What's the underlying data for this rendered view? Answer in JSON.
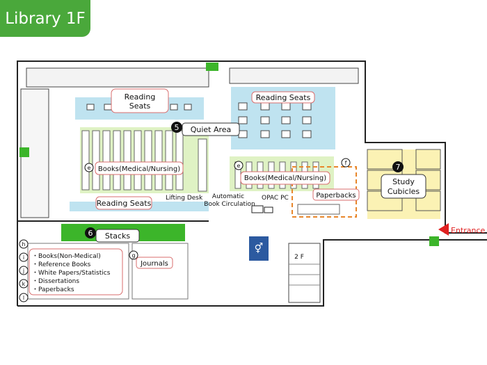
{
  "title": "Library 1F",
  "areas": {
    "reading_seats_upper_left": "Reading Seats",
    "reading_seats_upper_left_line1": "Reading",
    "reading_seats_upper_left_line2": "Seats",
    "reading_seats_upper_right": "Reading Seats",
    "reading_seats_lower": "Reading Seats",
    "quiet_area": "Quiet Area",
    "books_medical_left": "Books(Medical/Nursing)",
    "books_medical_right": "Books(Medical/Nursing)",
    "paperbacks": "Paperbacks",
    "study_cubicles_line1": "Study",
    "study_cubicles_line2": "Cubicles",
    "stacks": "Stacks",
    "journals": "Journals",
    "lifting_desk": "Lifting Desk",
    "auto_circ_line1": "Automatic",
    "auto_circ_line2": "Book Circulation",
    "opac_pc": "OPAC PC",
    "entrance": "Entrance",
    "floor2": "2 F"
  },
  "markers": {
    "five": "5",
    "six": "6",
    "seven": "7",
    "e": "e",
    "f": "f",
    "g": "g",
    "h": "h",
    "i": "i",
    "j": "j",
    "k": "k",
    "l": "l"
  },
  "stack_list": [
    "・Books(Non-Medical)",
    "・Reference Books",
    "・White Papers/Statistics",
    "・Dissertations",
    "・Paperbacks"
  ],
  "colors": {
    "title_bg": "#4aa83b",
    "reading_blue": "#bfe3f0",
    "book_green": "#dff2c4",
    "stacks_green": "#3cb52a",
    "cubicle_yellow": "#fbf2b4",
    "label_border": "#d86d6d",
    "entrance_red": "#e02020",
    "paperback_orange": "#e8862a"
  }
}
